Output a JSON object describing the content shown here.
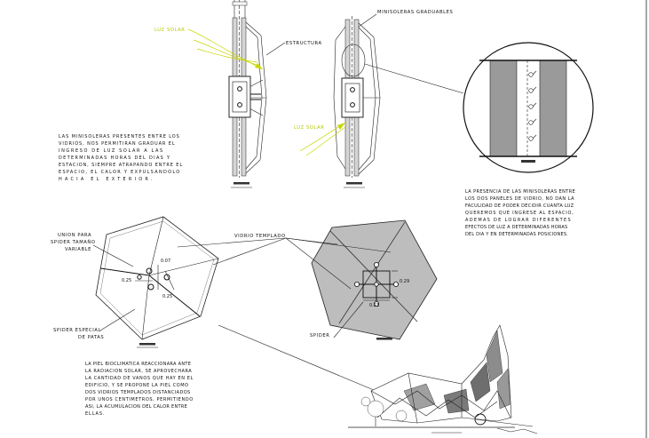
{
  "labels": {
    "luz_solar_top": "LUZ SOLAR",
    "estructura": "ESTRUCTURA",
    "minisoleras": "MINISOLERAS GRADUABLES",
    "luz_solar_mid": "LUZ SOLAR",
    "vidrio_templado": "VIDRIO TEMPLADO",
    "spider": "SPIDER",
    "union_spider": [
      "UNION PARA",
      "SPIDER TAMAÑO",
      "VARIABLE"
    ],
    "spider_especial": [
      "SPIDER ESPECIAL",
      "DE PATAS"
    ]
  },
  "dimensions": {
    "left_a": "0.07",
    "left_b": "0.25",
    "left_c": "0.25",
    "right_a": "0.29",
    "right_b": "0.23"
  },
  "notes": {
    "minisoleras_left": [
      "LAS MINISOLERAS PRESENTES ENTRE LOS",
      "VIDRIOS, NOS PERMITIRAN GRADUAR EL",
      "INGRESO DE LUZ SOLAR A LAS",
      "DETERMINADAS HORAS DEL DIAS Y",
      "ESTACION, SIEMPRE ATRAPANDO ENTRE EL",
      "ESPACIO, EL CALOR Y EXPULSANDOLO",
      "HACIA EL EXTERIOR."
    ],
    "minisoleras_right": [
      "LA PRESENCIA DE LAS MINISOLERAS ENTRE",
      "LOS DOS PANELES DE VIDRIO, NO DAN LA",
      "FACULIDAD DE PODER DECIDIR CUANTA LUZ",
      "QUEREMOS QUE INGRESE AL ESPACIO,",
      "ADEMAS DE LOGRAR DIFERENTES",
      "EFECTOS DE LUZ A DETERMINADAS HORAS",
      "DEL DIA Y EN DETERMINADAS POSICIONES."
    ],
    "piel_bioclimatica": [
      "LA PIEL BIOCLIMATICA REACCIONARA ANTE",
      "LA RADIACION SOLAR, SE APROVECHARA",
      "LA CANTIDAD DE VANOS QUE HAY EN EL",
      "EDIFICIO, Y SE PROPONE LA PIEL COMO",
      "DOS VIDRIOS TEMPLADOS DISTANCIADOS",
      "POR UNOS CENTIMETROS, PERMITIENDO",
      "ASI, LA ACUMULACION DEL CALOR ENTRE",
      "ELLAS."
    ]
  },
  "colors": {
    "line": "#222222",
    "sunlight": "#c9d600",
    "glass_fill": "#bdbdbd",
    "panel_fill": "#9a9a9a"
  }
}
